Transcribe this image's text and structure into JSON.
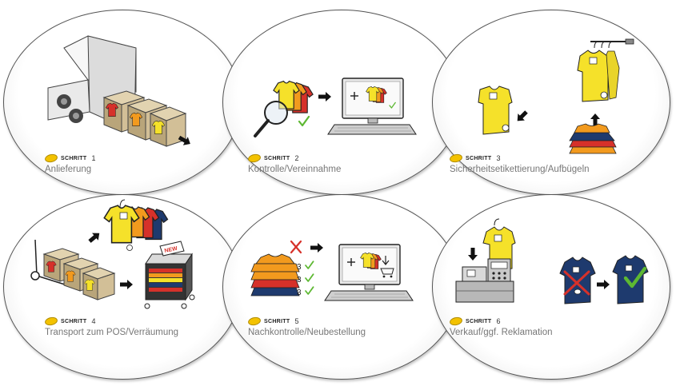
{
  "steps": [
    {
      "word": "SCHRITT",
      "num": "1",
      "name": "Anlieferung"
    },
    {
      "word": "SCHRITT",
      "num": "2",
      "name": "Kontrolle/Vereinnahme"
    },
    {
      "word": "SCHRITT",
      "num": "3",
      "name": "Sicherheitsetikettierung/Aufbügeln"
    },
    {
      "word": "SCHRITT",
      "num": "4",
      "name": "Transport zum POS/Verräumung"
    },
    {
      "word": "SCHRITT",
      "num": "5",
      "name": "Nachkontrolle/Neubestellung"
    },
    {
      "word": "SCHRITT",
      "num": "6",
      "name": "Verkauf/ggf. Reklamation"
    }
  ],
  "labels": {
    "new_tag": "NEW",
    "count_a": "3",
    "count_b": "3",
    "count_c": "3"
  },
  "colors": {
    "yellow": "#f5e12a",
    "orange": "#f29a1e",
    "red": "#d6312a",
    "navy": "#1e3a6e",
    "green": "#5db832",
    "box": "#d2bf97",
    "dark": "#222222"
  }
}
